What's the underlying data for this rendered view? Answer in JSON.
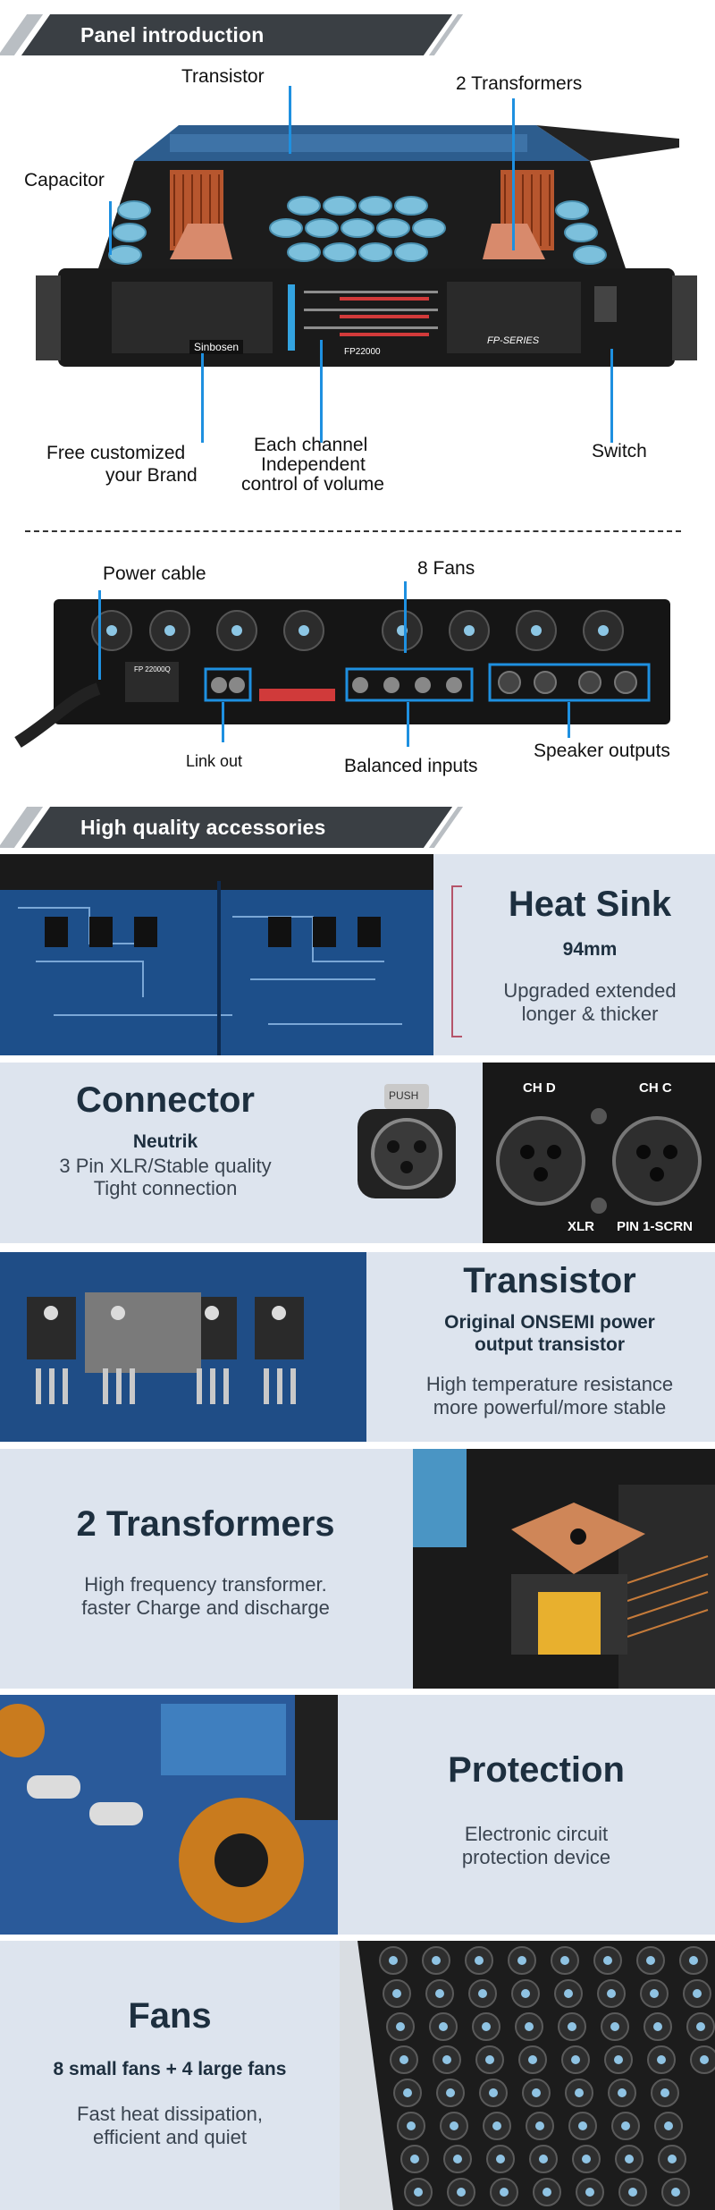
{
  "panel": {
    "banner": "Panel introduction",
    "front_labels": {
      "transistor": "Transistor",
      "transformers": "2 Transformers",
      "capacitor": "Capacitor",
      "brand_line1": "Free customized",
      "brand_line2": "your Brand",
      "volume_line1": "Each channel",
      "volume_line2": "Independent",
      "volume_line3": "control of volume",
      "switch": "Switch"
    },
    "device_text": {
      "brand_badge": "Sinbosen",
      "model": "FP22000",
      "series": "FP-SERIES",
      "rear_model": "FP 22000Q"
    },
    "rear_labels": {
      "power_cable": "Power cable",
      "fans": "8 Fans",
      "link_out": "Link out",
      "balanced_inputs": "Balanced inputs",
      "speaker_outputs": "Speaker outputs"
    }
  },
  "accessories": {
    "banner": "High quality accessories",
    "heat_sink": {
      "title": "Heat Sink",
      "sub": "94mm",
      "desc1": "Upgraded extended",
      "desc2": "longer & thicker"
    },
    "connector": {
      "title": "Connector",
      "sub": "Neutrik",
      "desc1": "3 Pin XLR/Stable quality",
      "desc2": "Tight connection",
      "push": "PUSH",
      "ch_d": "CH D",
      "ch_c": "CH C",
      "xlr": "XLR",
      "pin": "PIN 1-SCRN"
    },
    "transistor": {
      "title": "Transistor",
      "sub1": "Original ONSEMI power",
      "sub2": "output transistor",
      "desc1": "High temperature resistance",
      "desc2": "more powerful/more stable"
    },
    "transformers": {
      "title": "2 Transformers",
      "desc1": "High frequency transformer.",
      "desc2": "faster Charge and discharge"
    },
    "protection": {
      "title": "Protection",
      "desc1": "Electronic circuit",
      "desc2": "protection device"
    },
    "fans": {
      "title": "Fans",
      "sub": "8 small fans + 4 large fans",
      "desc1": "Fast heat dissipation,",
      "desc2": "efficient and quiet"
    }
  },
  "colors": {
    "accent_blue": "#1e90e0",
    "banner_dark": "#3a3f44",
    "row_bg": "#dde4ee",
    "title": "#1d2f3f"
  }
}
